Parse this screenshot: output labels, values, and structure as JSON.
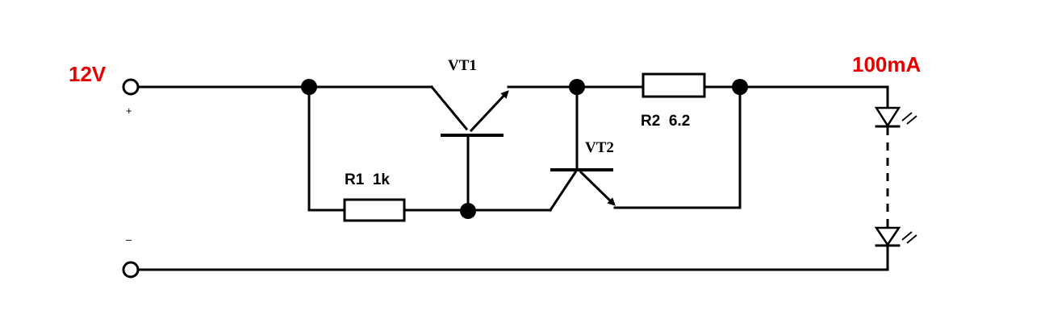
{
  "labels": {
    "input_voltage": "12V",
    "output_current": "100mA",
    "plus": "+",
    "minus": "–",
    "vt1": "VT1",
    "vt2": "VT2",
    "r1": "R1  1k",
    "r2": "R2  6.2"
  },
  "colors": {
    "wire": "#000000",
    "highlight_label": "#e60000",
    "background": "#ffffff"
  },
  "components": [
    {
      "id": "VT1",
      "kind": "npn-transistor"
    },
    {
      "id": "VT2",
      "kind": "npn-transistor"
    },
    {
      "id": "R1",
      "kind": "resistor",
      "value": "1k"
    },
    {
      "id": "R2",
      "kind": "resistor",
      "value": "6.2"
    },
    {
      "id": "LED1",
      "kind": "led"
    },
    {
      "id": "LED2",
      "kind": "led"
    }
  ]
}
